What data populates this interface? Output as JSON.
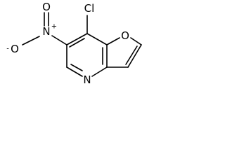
{
  "molecule": {
    "atoms": {
      "chlorine": "Cl",
      "nitro_nitrogen": "N",
      "nitro_oxygen_double": "O",
      "nitro_oxygen_single": "O",
      "nitro_n_charge": "+",
      "nitro_o_charge": "-",
      "furan_oxygen": "O",
      "pyridine_nitrogen": "N"
    }
  }
}
